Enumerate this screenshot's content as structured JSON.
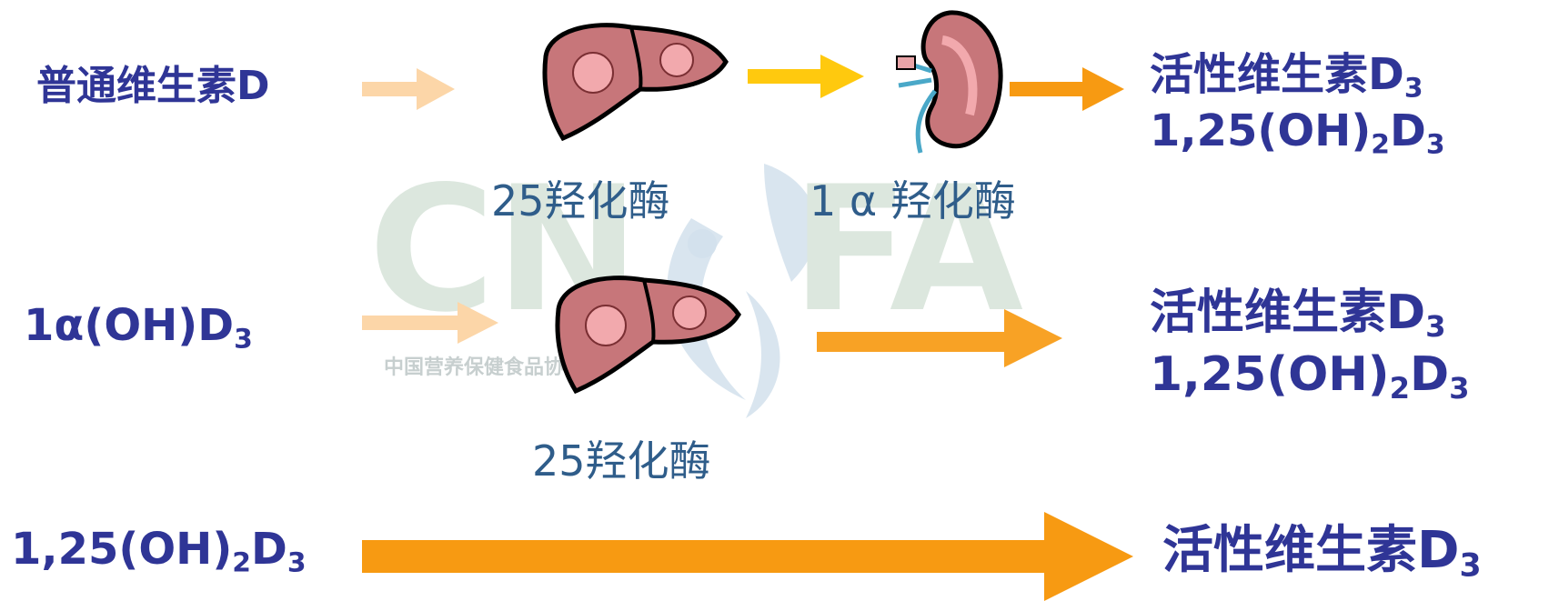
{
  "watermark": {
    "letters_left": "CN",
    "letters_right": "FA",
    "org_name": "中国营养保健食品协会"
  },
  "row1": {
    "source": "普通维生素D",
    "enzyme1": "25羟化酶",
    "enzyme2": "1 α 羟化酶",
    "result_name": "活性维生素D",
    "result_name_sub": "3",
    "result_formula_a": "1,25(OH)",
    "result_formula_sub1": "2",
    "result_formula_b": "D",
    "result_formula_sub2": "3"
  },
  "row2": {
    "source_a": "1α(OH)D",
    "source_sub": "3",
    "enzyme": "25羟化酶",
    "result_name": "活性维生素D",
    "result_name_sub": "3",
    "result_formula_a": "1,25(OH)",
    "result_formula_sub1": "2",
    "result_formula_b": "D",
    "result_formula_sub2": "3"
  },
  "row3": {
    "source_a": "1,25(OH)",
    "source_sub1": "2",
    "source_b": "D",
    "source_sub2": "3",
    "result_name": "活性维生素D",
    "result_name_sub": "3"
  },
  "colors": {
    "label": "#2f3596",
    "enzyme": "#2f5d8a",
    "arrow_light": "#fcd6a8",
    "arrow_yellow": "#ffc90e",
    "arrow_orange": "#f79a12",
    "organ": "#c7767a"
  }
}
